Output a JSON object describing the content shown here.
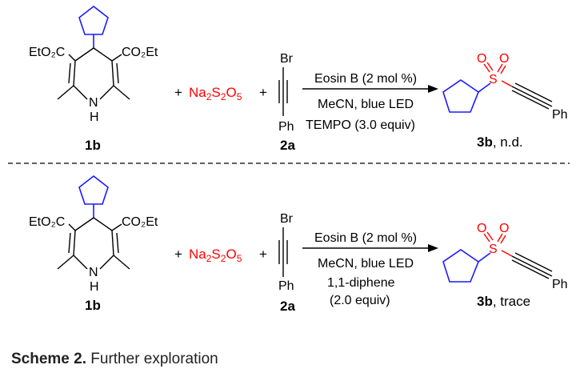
{
  "scheme1": {
    "ester_left": "EtO₂C",
    "ester_right": "CO₂Et",
    "n_label": "N",
    "h_label": "H",
    "plus1": "+",
    "reagent": "Na₂S₂O₅",
    "plus2": "+",
    "br_label": "Br",
    "ph_label": "Ph",
    "cond_top": "Eosin B (2 mol %)",
    "cond_mid": "MeCN, blue LED",
    "cond_bot": "TEMPO (3.0 equiv)",
    "cond_bot2": "",
    "s_label": "S",
    "o_label_left": "O",
    "o_label_right": "O",
    "ph_product": "Ph",
    "label_sm": "1b",
    "label_alkyne": "2a",
    "product_bold": "3b",
    "product_result": ", n.d."
  },
  "scheme2": {
    "ester_left": "EtO₂C",
    "ester_right": "CO₂Et",
    "n_label": "N",
    "h_label": "H",
    "plus1": "+",
    "reagent": "Na₂S₂O₅",
    "plus2": "+",
    "br_label": "Br",
    "ph_label": "Ph",
    "cond_top": "Eosin B (2 mol %)",
    "cond_mid": "MeCN, blue LED",
    "cond_bot": "1,1-diphene",
    "cond_bot2": "(2.0 equiv)",
    "s_label": "S",
    "o_label_left": "O",
    "o_label_right": "O",
    "ph_product": "Ph",
    "label_sm": "1b",
    "label_alkyne": "2a",
    "product_bold": "3b",
    "product_result": ", trace"
  },
  "caption": {
    "label": "Scheme 2.",
    "text": " Further exploration"
  },
  "colors": {
    "blue": "#1a1aff",
    "red": "#ff0000",
    "black": "#000000"
  }
}
